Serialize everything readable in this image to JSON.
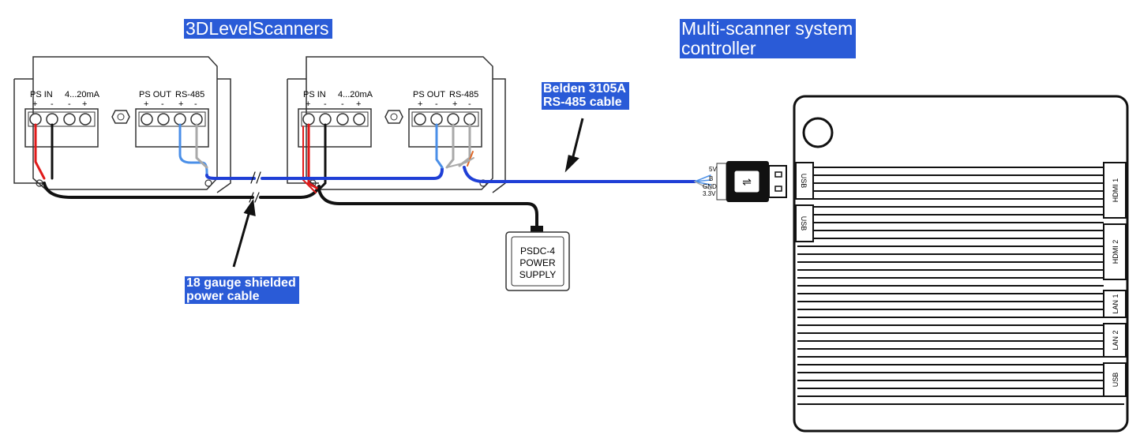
{
  "callouts": {
    "scanners": "3DLevelScanners",
    "controller": "Multi-scanner system\ncontroller",
    "rs485_cable": "Belden 3105A\nRS-485 cable",
    "power_cable": "18 gauge shielded\npower cable"
  },
  "scanner_labels": {
    "ps_in": "PS IN",
    "analog": "4...20mA",
    "ps_out": "PS OUT",
    "rs485": "RS-485",
    "plus": "+",
    "minus": "-"
  },
  "power_supply": {
    "line1": "PSDC-4",
    "line2": "POWER",
    "line3": "SUPPLY"
  },
  "usb_adapter": {
    "pin1": "5V",
    "pin2": "B",
    "pin3": "GND",
    "pin4": "3.3V"
  },
  "controller_ports": {
    "usb_left_1": "USB",
    "usb_left_2": "USB",
    "hdmi1": "HDMI 1",
    "hdmi2": "HDMI 2",
    "lan1": "LAN 1",
    "lan2": "LAN 2",
    "usb_right": "USB"
  },
  "colors": {
    "callout_bg": "#2a5bd7",
    "wire_blue": "#1f3fd6",
    "wire_red": "#e01a1a",
    "wire_black": "#111111",
    "wire_lightblue": "#4a8fe8",
    "wire_gray": "#a9a9a9"
  }
}
